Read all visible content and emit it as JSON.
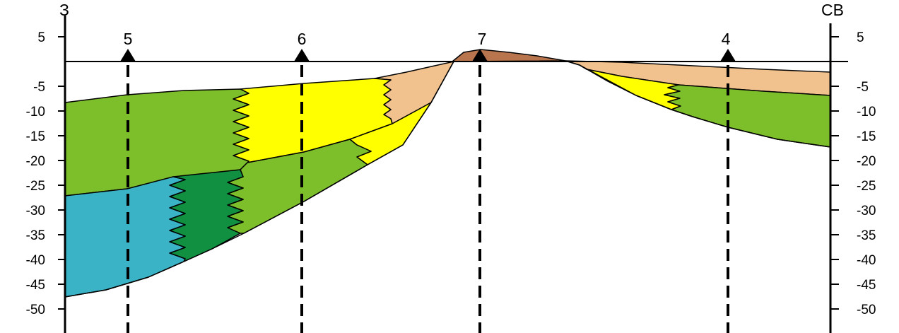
{
  "section": {
    "left_end_label": "З",
    "right_end_label": "СВ",
    "axis_ticks": [
      5,
      -5,
      -10,
      -15,
      -20,
      -25,
      -30,
      -35,
      -40,
      -45,
      -50
    ],
    "tick_labels": [
      "5",
      "-5",
      "-10",
      "-15",
      "-20",
      "-25",
      "-30",
      "-35",
      "-40",
      "-45",
      "-50"
    ],
    "wells": [
      {
        "label": "5"
      },
      {
        "label": "6"
      },
      {
        "label": "7"
      },
      {
        "label": "4"
      }
    ],
    "colors": {
      "light_green": "#7dbf2a",
      "dark_green": "#109040",
      "blue": "#3bb3c6",
      "yellow": "#ffff00",
      "tan": "#f2c28e",
      "brown": "#b9764e",
      "line": "#000000"
    }
  }
}
